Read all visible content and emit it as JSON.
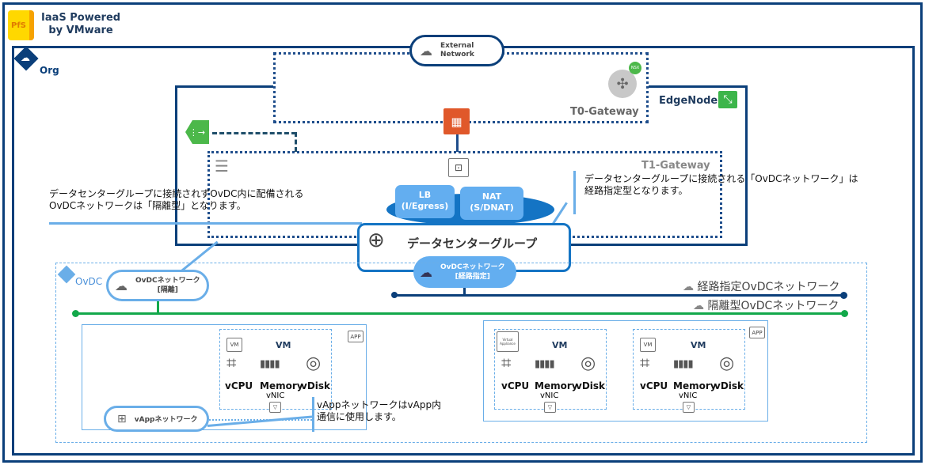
{
  "header": {
    "logo_text": "PfS",
    "title_line1": "IaaS Powered",
    "title_line2": "by VMware"
  },
  "org": {
    "label": "Org",
    "icon": "cloud-icon"
  },
  "external_network": {
    "line1": "External",
    "line2": "Network"
  },
  "t0_gateway": {
    "label": "T0-Gateway",
    "badge": "NSX"
  },
  "edge_node": {
    "label": "EdgeNode"
  },
  "t1_gateway": {
    "label": "T1-Gateway"
  },
  "services": [
    {
      "line1": "LB",
      "line2": "(I/Egress)"
    },
    {
      "line1": "NAT",
      "line2": "(S/DNAT)"
    }
  ],
  "datacenter_group": {
    "label": "データセンターグループ",
    "network_line1": "OvDCネットワーク",
    "network_line2": "[経路指定]"
  },
  "callouts": {
    "isolated_line1": "データセンターグループに接続されずOvDC内に配備される",
    "isolated_line2": "OvDCネットワークは「隔離型」となります。",
    "routed_line1": "データセンターグループに接続される「OvDCネットワーク」は",
    "routed_line2": "経路指定型となります。",
    "vapp_line1": "vAppネットワークはvApp内",
    "vapp_line2": "通信に使用します。"
  },
  "ovdc": {
    "label": "OvDC",
    "isolated_network_line1": "OvDCネットワーク",
    "isolated_network_line2": "[隔離]",
    "legend_routed": "経路指定OvDCネットワーク",
    "legend_isolated": "隔離型OvDCネットワーク"
  },
  "colors": {
    "routed": "#0b3f7a",
    "isolated": "#12a84a",
    "light": "#6aaee8"
  },
  "vapps": [
    {
      "badge": "APP",
      "network_label": "vAppネットワーク",
      "vms": [
        {
          "badge": "VM",
          "title": "VM",
          "cpu": "vCPU",
          "memory": "Memory",
          "disk": "vDisk",
          "nic": "vNIC"
        }
      ]
    },
    {
      "badge": "APP",
      "vms": [
        {
          "badge": "Virtual Appliance",
          "title": "VM",
          "cpu": "vCPU",
          "memory": "Memory",
          "disk": "vDisk",
          "nic": "vNIC"
        },
        {
          "badge": "VM",
          "title": "VM",
          "cpu": "vCPU",
          "memory": "Memory",
          "disk": "vDisk",
          "nic": "vNIC"
        }
      ]
    }
  ]
}
